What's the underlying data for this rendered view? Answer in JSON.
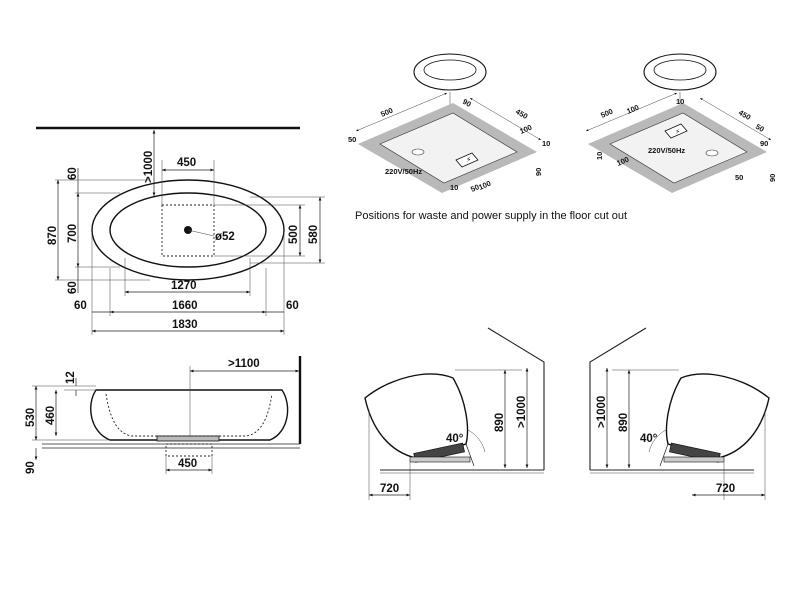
{
  "top_view": {
    "dims": {
      "d60_top": "60",
      "d870": "870",
      "d700": "700",
      "d60_left": "60",
      "d1000": ">1000",
      "d450": "450",
      "d52": "ø52",
      "d500": "500",
      "d580": "580",
      "d1270": "1270",
      "d1660": "1660",
      "d60_bl": "60",
      "d60_br": "60",
      "d1830": "1830"
    }
  },
  "side_view": {
    "dims": {
      "d1100": ">1100",
      "d12": "12",
      "d530": "530",
      "d460": "460",
      "d90": "90",
      "d450": "450"
    }
  },
  "cutout_left": {
    "dims": {
      "d500": "500",
      "d50a": "50",
      "d90a": "90",
      "d450": "450",
      "d100a": "100",
      "d10a": "10",
      "d90b": "90",
      "d50b": "50",
      "d100b": "100",
      "d10b": "10",
      "power": "220V/50Hz"
    }
  },
  "cutout_right": {
    "dims": {
      "d500": "500",
      "d100a": "100",
      "d10a": "10",
      "d450": "450",
      "d50a": "50",
      "d90a": "90",
      "d10b": "10",
      "d100b": "100",
      "d50b": "50",
      "d90b": "90",
      "power": "220V/50Hz"
    }
  },
  "caption": "Positions for waste and power supply in the floor cut out",
  "tilt_left": {
    "d890": "890",
    "d1000": ">1000",
    "angle": "40°",
    "d720": "720"
  },
  "tilt_right": {
    "d1000": ">1000",
    "d890": "890",
    "angle": "40°",
    "d720": "720"
  }
}
